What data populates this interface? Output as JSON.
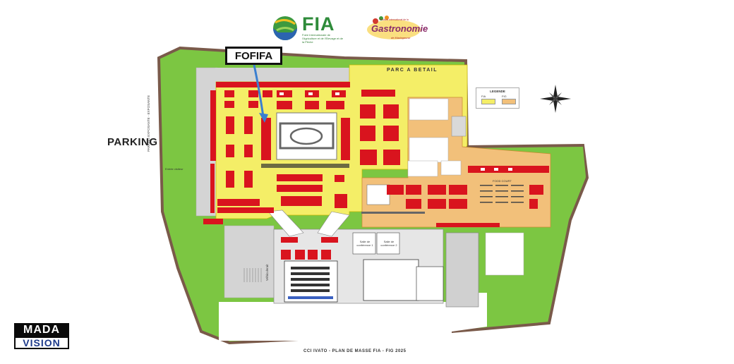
{
  "header": {
    "fia_logo_text": "FIA",
    "fia_logo_subtitle": "Foire Internationale de l'Agriculture et de l'Elevage et de la Pêche",
    "fig_logo_top": "Festival International de la",
    "fig_logo_main": "Gastronomie",
    "fig_logo_bottom": "de Madagascar"
  },
  "map": {
    "highlight_label": "FOFIFA",
    "parking_label": "PARKING",
    "livestock_park_label": "PARC A BETAIL",
    "entrance_label": "Entrée visiteur",
    "vertical_label_left": "PARKING EXPOSANTE - EXPOSANTE",
    "vertical_label_center": "Véhiculerait",
    "conference_room_1": "Salle de conférence 1",
    "conference_room_2": "Salle de conférence 2",
    "food_court_label": "FOOD COURT",
    "legend": {
      "title": "LEGENDE",
      "items": [
        {
          "label": "FIA",
          "color": "#f4ee67"
        },
        {
          "label": "FIG",
          "color": "#f2c07a"
        }
      ]
    },
    "caption": "CCI IVATO - PLAN DE MASSE   FIA - FIG 2025"
  },
  "watermark": {
    "line1": "MADA",
    "line2": "VISION"
  },
  "colors": {
    "grass": "#7cc642",
    "boundary": "#7a5a4a",
    "fia_zone": "#f4ee67",
    "fig_zone": "#f2c07a",
    "stand": "#d9141e",
    "arrow": "#3a7fd0",
    "building": "#d6d6d6"
  }
}
